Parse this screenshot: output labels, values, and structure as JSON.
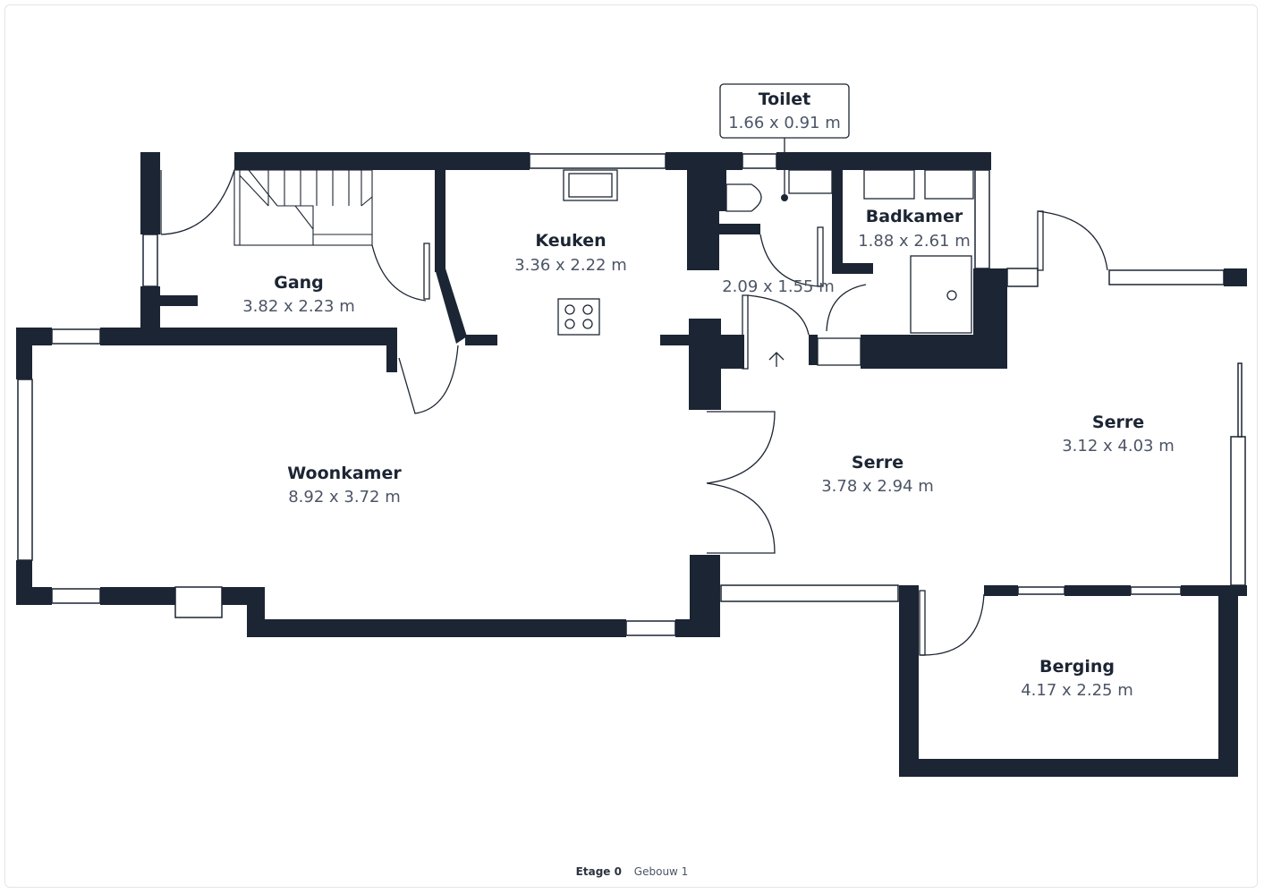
{
  "rooms": [
    {
      "id": "gang",
      "name": "Gang",
      "dims": "3.82 x 2.23 m"
    },
    {
      "id": "keuken",
      "name": "Keuken",
      "dims": "3.36 x 2.22 m"
    },
    {
      "id": "toilet",
      "name": "Toilet",
      "dims": "1.66 x 0.91 m"
    },
    {
      "id": "badkamer",
      "name": "Badkamer",
      "dims": "1.88 x 2.61 m"
    },
    {
      "id": "hal",
      "name": "",
      "dims": "2.09 x 1.55 m"
    },
    {
      "id": "woonkamer",
      "name": "Woonkamer",
      "dims": "8.92 x 3.72 m"
    },
    {
      "id": "serre1",
      "name": "Serre",
      "dims": "3.78 x 2.94 m"
    },
    {
      "id": "serre2",
      "name": "Serre",
      "dims": "3.12 x 4.03 m"
    },
    {
      "id": "berging",
      "name": "Berging",
      "dims": "4.17 x 2.25 m"
    }
  ],
  "footer": {
    "floor": "Etage 0",
    "building": "Gebouw 1"
  },
  "colors": {
    "wall": "#1c2533",
    "line": "#1c2533",
    "background": "#ffffff",
    "text_dim": "#4c5566"
  }
}
